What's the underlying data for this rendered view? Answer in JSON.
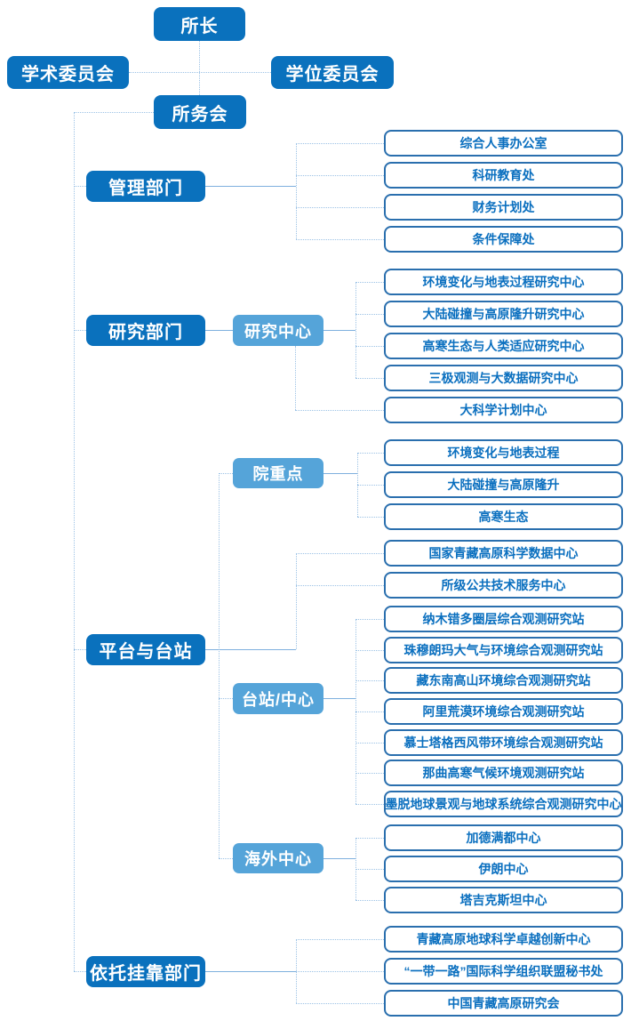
{
  "colors": {
    "node_primary": "#0a71bd",
    "node_secondary": "#55a4d9",
    "leaf_border": "#2a6fae",
    "leaf_text": "#0a6fbf",
    "connector": "#9cc2e5",
    "connector_strong": "#7fb0de",
    "background": "#ffffff"
  },
  "top": {
    "director": "所长",
    "academic_committee": "学术委员会",
    "degree_committee": "学位委员会",
    "institute_council": "所务会"
  },
  "branches": {
    "management": {
      "label": "管理部门",
      "children": [
        "综合人事办公室",
        "科研教育处",
        "财务计划处",
        "条件保障处"
      ]
    },
    "research": {
      "label": "研究部门",
      "research_centers": {
        "label": "研究中心",
        "children": [
          "环境变化与地表过程研究中心",
          "大陆碰撞与高原隆升研究中心",
          "高寒生态与人类适应研究中心",
          "三极观测与大数据研究中心",
          "大科学计划中心"
        ]
      }
    },
    "platforms": {
      "label": "平台与台站",
      "cas_key": {
        "label": "院重点",
        "children": [
          "环境变化与地表过程",
          "大陆碰撞与高原隆升",
          "高寒生态"
        ]
      },
      "direct_children": [
        "国家青藏高原科学数据中心",
        "所级公共技术服务中心"
      ],
      "stations": {
        "label": "台站/中心",
        "children": [
          "纳木错多圈层综合观测研究站",
          "珠穆朗玛大气与环境综合观测研究站",
          "藏东南高山环境综合观测研究站",
          "阿里荒漠环境综合观测研究站",
          "慕士塔格西风带环境综合观测研究站",
          "那曲高寒气候环境观测研究站",
          "墨脱地球景观与地球系统综合观测研究中心"
        ]
      },
      "overseas": {
        "label": "海外中心",
        "children": [
          "加德满都中心",
          "伊朗中心",
          "塔吉克斯坦中心"
        ]
      }
    },
    "affiliated": {
      "label": "依托挂靠部门",
      "children": [
        "青藏高原地球科学卓越创新中心",
        "“一带一路”国际科学组织联盟秘书处",
        "中国青藏高原研究会"
      ]
    }
  }
}
